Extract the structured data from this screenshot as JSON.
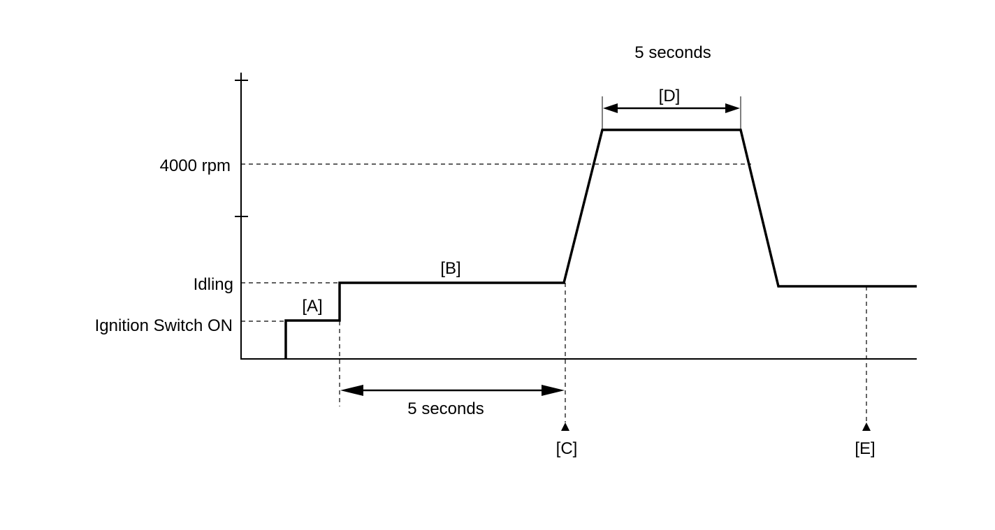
{
  "labels": {
    "ignition_switch_on": "Ignition Switch ON",
    "idling": "Idling",
    "rpm_4000": "4000 rpm",
    "phase_a": "[A]",
    "phase_b": "[B]",
    "phase_c": "[C]",
    "phase_d": "[D]",
    "phase_e": "[E]",
    "duration_bc": "5 seconds",
    "duration_d": "5 seconds"
  }
}
